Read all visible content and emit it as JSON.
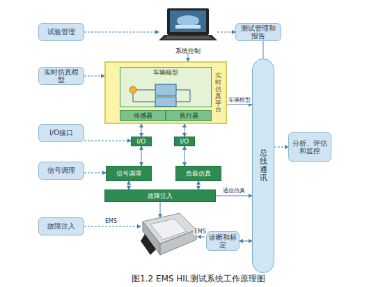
{
  "diagram": {
    "caption": "图1.2 EMS HIL测试系统工作原理图",
    "nodes": [
      {
        "text": [
          "试验管理"
        ]
      },
      {
        "text": [
          "系统控制"
        ]
      },
      {
        "text": [
          "测试管理和报告"
        ]
      },
      {
        "text": [
          "实时仿真模型"
        ]
      },
      {
        "text": [
          "实时仿真平台"
        ]
      },
      {
        "text": [
          "车辆模型"
        ],
        "in": 4
      },
      {
        "text": [
          "传感器"
        ],
        "in": 4
      },
      {
        "text": [
          "执行器"
        ],
        "in": 4
      },
      {
        "text": [
          "I/O接口"
        ]
      },
      {
        "text": [
          "I/O"
        ]
      },
      {
        "text": [
          "I/O"
        ]
      },
      {
        "text": [
          "总线通讯"
        ]
      },
      {
        "text": [
          "分析、评估和监控"
        ]
      },
      {
        "text": [
          "信号调理"
        ]
      },
      {
        "text": [
          "信号调理"
        ]
      },
      {
        "text": [
          "负载仿真"
        ]
      },
      {
        "text": [
          "故障注入"
        ]
      },
      {
        "text": [
          "故障注入"
        ]
      },
      {
        "text": [
          "诊断和标定"
        ]
      }
    ],
    "edges": [
      {
        "from": 0,
        "to": 1,
        "arrow": "to"
      },
      {
        "from": 1,
        "to": 2,
        "arrow": "to"
      },
      {
        "from": 1,
        "to": 4,
        "arrow": "to"
      },
      {
        "from": 2,
        "to": 11,
        "arrow": "none"
      },
      {
        "from": 3,
        "to": 4,
        "arrow": "to"
      },
      {
        "from": 4,
        "to": 11,
        "label": "车辆模型",
        "arrow": "to"
      },
      {
        "from": 11,
        "to": 12,
        "arrow": "to"
      },
      {
        "from": 8,
        "to": 9,
        "arrow": "to"
      },
      {
        "from": 9,
        "to": 4,
        "arrow": "both"
      },
      {
        "from": 10,
        "to": 4,
        "arrow": "both"
      },
      {
        "from": 13,
        "to": 14,
        "arrow": "to"
      },
      {
        "from": 9,
        "to": 14,
        "arrow": "both"
      },
      {
        "from": 10,
        "to": 15,
        "arrow": "both"
      },
      {
        "from": 14,
        "to": 16,
        "arrow": "both"
      },
      {
        "from": 15,
        "to": 16,
        "arrow": "both"
      },
      {
        "from": 16,
        "to": 11,
        "label": "通信仿真",
        "arrow": "to"
      },
      {
        "from": 18,
        "to": 11,
        "arrow": "both"
      }
    ],
    "labels": [
      "EMS",
      "EMS"
    ]
  }
}
